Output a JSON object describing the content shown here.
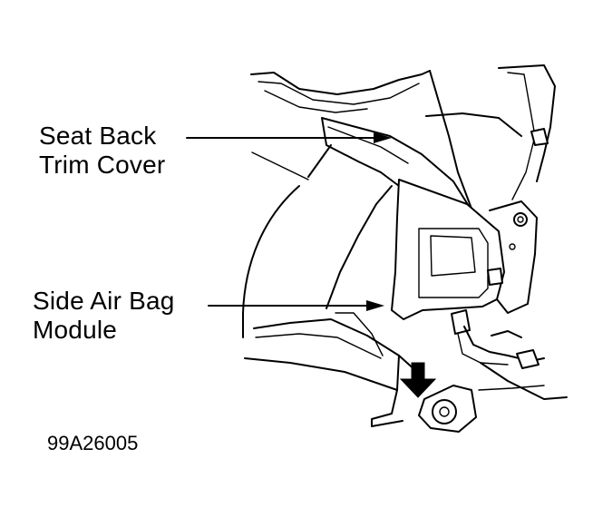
{
  "labels": {
    "seat_back_trim_cover": [
      "Seat Back",
      "Trim Cover"
    ],
    "side_air_bag_module": [
      "Side Air Bag",
      "Module"
    ]
  },
  "figure_id": "99A26005",
  "colors": {
    "line": "#000000",
    "background": "#ffffff"
  },
  "icons": {
    "direction_arrow": "down-arrow-icon"
  }
}
